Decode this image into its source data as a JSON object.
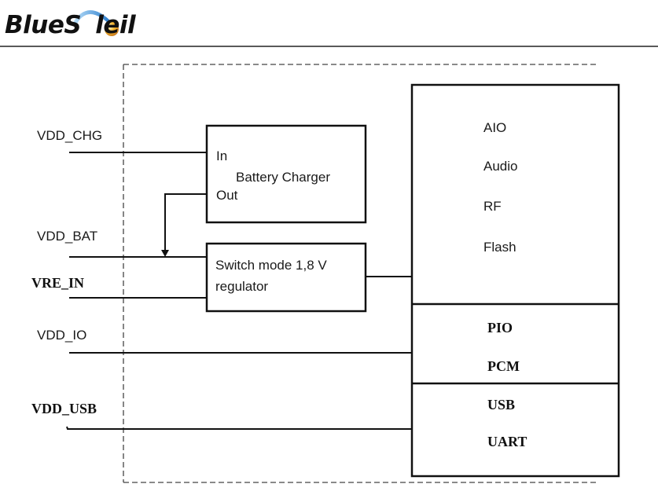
{
  "header": {
    "logo_text_part1": "BlueS",
    "logo_text_part2": "leil",
    "logo_alt": "BlueSoleil"
  },
  "diagram": {
    "inputs": [
      {
        "id": "vdd_chg",
        "label": "VDD_CHG"
      },
      {
        "id": "vdd_bat",
        "label": "VDD_BAT"
      },
      {
        "id": "vre_in",
        "label": "VRE_IN"
      },
      {
        "id": "vdd_io",
        "label": "VDD_IO"
      },
      {
        "id": "vdd_usb",
        "label": "VDD_USB"
      }
    ],
    "battery_charger": {
      "in_label": "In",
      "title": "Battery Charger",
      "out_label": "Out"
    },
    "regulator": {
      "line1": "Switch mode 1,8 V",
      "line2": "regulator"
    },
    "core_block": {
      "upper_items": [
        "AIO",
        "Audio",
        "RF",
        "Flash"
      ],
      "middle_items": [
        "PIO",
        "PCM"
      ],
      "lower_items": [
        "USB",
        "UART"
      ]
    }
  }
}
